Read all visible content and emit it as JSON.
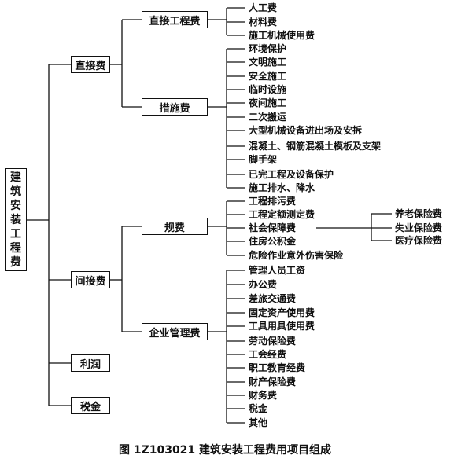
{
  "root": {
    "label": [
      "建",
      "筑",
      "安",
      "装",
      "工",
      "程",
      "费"
    ]
  },
  "level1": {
    "direct": "直接费",
    "indirect": "间接费",
    "profit": "利润",
    "tax": "税金"
  },
  "level2": {
    "direct_engineering": "直接工程费",
    "measures": "措施费",
    "regulatory": "规费",
    "enterprise_management": "企业管理费"
  },
  "direct_engineering_items": [
    "人工费",
    "材料费",
    "施工机械使用费"
  ],
  "measures_items": [
    "环境保护",
    "文明施工",
    "安全施工",
    "临时设施",
    "夜间施工",
    "二次搬运",
    "大型机械设备进出场及安拆",
    "混凝土、钢筋混凝土模板及支架",
    "脚手架",
    "已完工程及设备保护",
    "施工排水、降水"
  ],
  "regulatory_items": [
    "工程排污费",
    "工程定额测定费",
    "社会保障费",
    "住房公积金",
    "危险作业意外伤害保险"
  ],
  "social_security_items": [
    "养老保险费",
    "失业保险费",
    "医疗保险费"
  ],
  "enterprise_items": [
    "管理人员工资",
    "办公费",
    "差旅交通费",
    "固定资产使用费",
    "工具用具使用费",
    "劳动保险费",
    "工会经费",
    "职工教育经费",
    "财产保险费",
    "财务费",
    "税金",
    "其他"
  ],
  "caption": "图 1Z103021   建筑安装工程费用项目组成"
}
